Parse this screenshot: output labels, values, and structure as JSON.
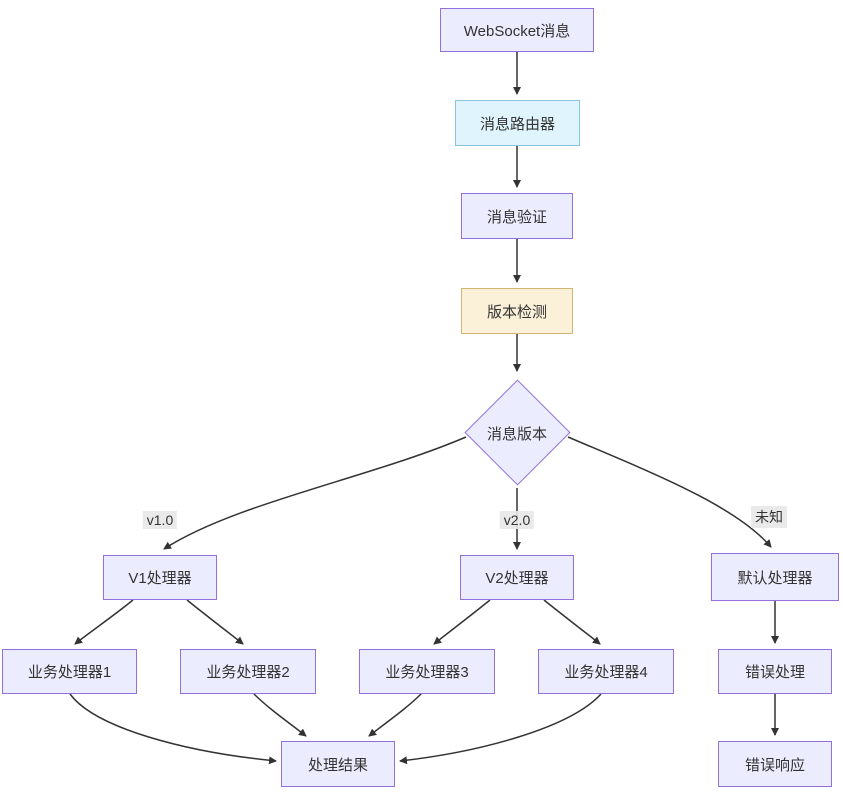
{
  "diagram": {
    "type": "flowchart",
    "direction": "top-down",
    "nodes": {
      "websocket": {
        "label": "WebSocket消息"
      },
      "router": {
        "label": "消息路由器"
      },
      "validate": {
        "label": "消息验证"
      },
      "version_detect": {
        "label": "版本检测"
      },
      "version_decision": {
        "label": "消息版本"
      },
      "v1_handler": {
        "label": "V1处理器"
      },
      "v2_handler": {
        "label": "V2处理器"
      },
      "default_handler": {
        "label": "默认处理器"
      },
      "biz1": {
        "label": "业务处理器1"
      },
      "biz2": {
        "label": "业务处理器2"
      },
      "biz3": {
        "label": "业务处理器3"
      },
      "biz4": {
        "label": "业务处理器4"
      },
      "error_handling": {
        "label": "错误处理"
      },
      "result": {
        "label": "处理结果"
      },
      "error_response": {
        "label": "错误响应"
      }
    },
    "edge_labels": {
      "v1": "v1.0",
      "v2": "v2.0",
      "unknown": "未知"
    },
    "edges": [
      {
        "from": "websocket",
        "to": "router"
      },
      {
        "from": "router",
        "to": "validate"
      },
      {
        "from": "validate",
        "to": "version_detect"
      },
      {
        "from": "version_detect",
        "to": "version_decision"
      },
      {
        "from": "version_decision",
        "to": "v1_handler",
        "label": "v1.0"
      },
      {
        "from": "version_decision",
        "to": "v2_handler",
        "label": "v2.0"
      },
      {
        "from": "version_decision",
        "to": "default_handler",
        "label": "未知"
      },
      {
        "from": "v1_handler",
        "to": "biz1"
      },
      {
        "from": "v1_handler",
        "to": "biz2"
      },
      {
        "from": "v2_handler",
        "to": "biz3"
      },
      {
        "from": "v2_handler",
        "to": "biz4"
      },
      {
        "from": "biz1",
        "to": "result"
      },
      {
        "from": "biz2",
        "to": "result"
      },
      {
        "from": "biz3",
        "to": "result"
      },
      {
        "from": "biz4",
        "to": "result"
      },
      {
        "from": "default_handler",
        "to": "error_handling"
      },
      {
        "from": "error_handling",
        "to": "error_response"
      }
    ],
    "colors": {
      "node_fill": "#ECECFF",
      "node_border": "#9370DB",
      "router_fill": "#DFF4FD",
      "router_border": "#88C3E0",
      "detect_fill": "#FBF0D8",
      "detect_border": "#D3B673",
      "edge_stroke": "#333333",
      "edge_label_bg": "#E8E8E8",
      "text": "#333333"
    }
  }
}
